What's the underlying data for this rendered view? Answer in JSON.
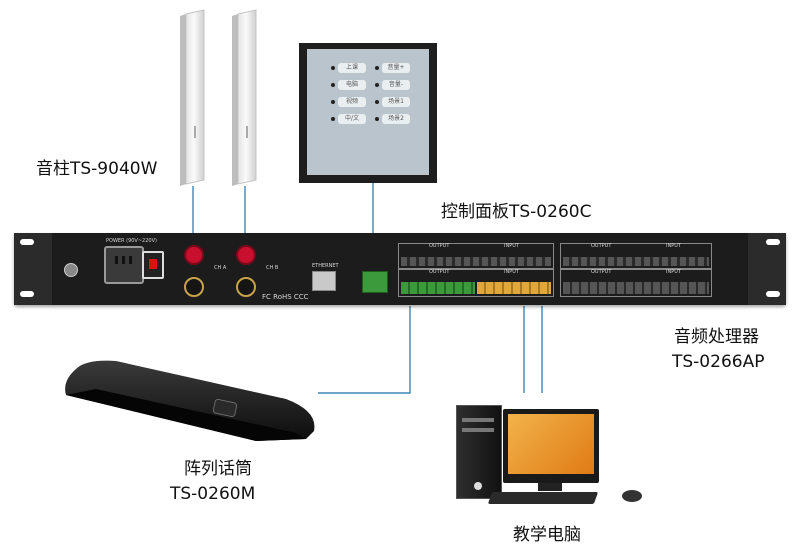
{
  "labels": {
    "speaker": "音柱TS-9040W",
    "control_panel": "控制面板TS-0260C",
    "processor_line1": "音频处理器",
    "processor_line2": "TS-0266AP",
    "mic_line1": "阵列话筒",
    "mic_line2": "TS-0260M",
    "computer": "教学电脑"
  },
  "panel_buttons": [
    {
      "label": "上课"
    },
    {
      "label": "音量+"
    },
    {
      "label": "电脑"
    },
    {
      "label": "音量-"
    },
    {
      "label": "视频"
    },
    {
      "label": "场景1"
    },
    {
      "label": "中/文"
    },
    {
      "label": "场景2"
    }
  ],
  "processor": {
    "power_label": "POWER (90V~220V)",
    "ethernet_label": "ETHERNET",
    "cert_marks": "FC RoHS CCC",
    "output_label": "OUTPUT",
    "input_label": "INPUT",
    "ch_a": "CH A",
    "ch_b": "CH B"
  },
  "colors": {
    "line": "#3f86b6",
    "chassis": "#1c1c1c",
    "speaker_post": "#c8102e",
    "terminal_green": "#3d9a3c",
    "terminal_orange": "#e0a73a",
    "panel_face": "#b9c4cc"
  }
}
